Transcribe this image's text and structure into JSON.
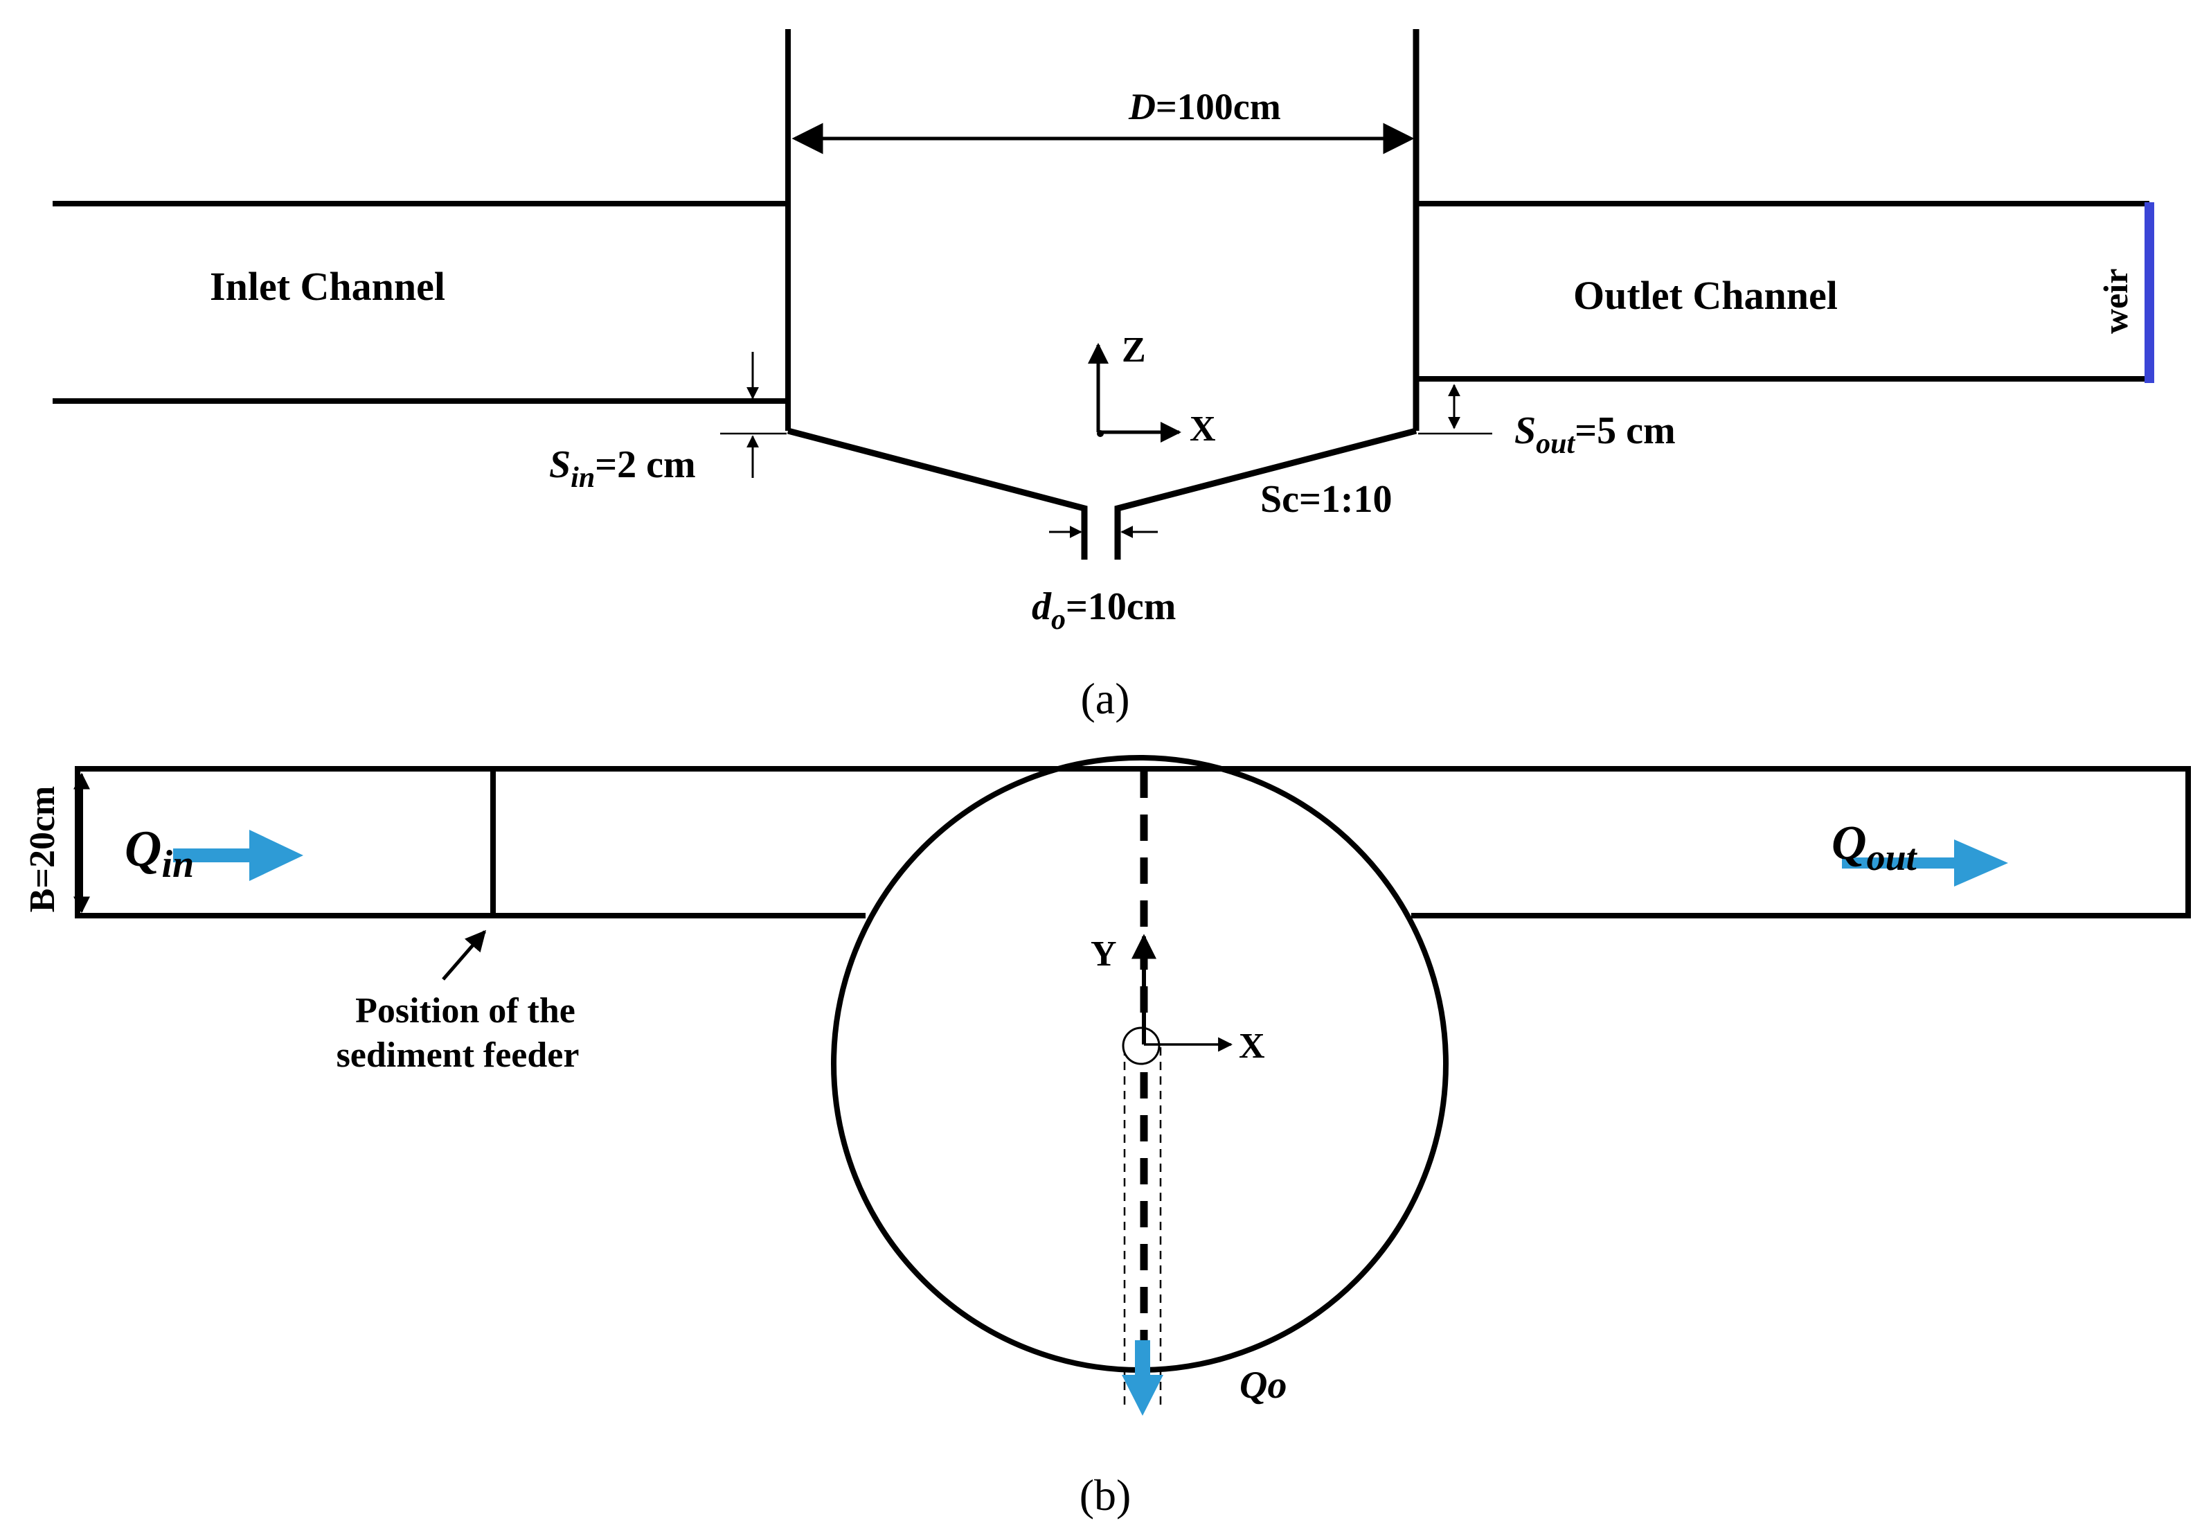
{
  "panel_a": {
    "diameter": {
      "symbol": "D",
      "value": "=100cm"
    },
    "inlet_label": "Inlet Channel",
    "outlet_label": "Outlet Channel",
    "weir_label": "weir",
    "axis_z": "Z",
    "axis_x": "X",
    "s_in": {
      "symbol": "S",
      "sub": "in",
      "value": "=2 cm"
    },
    "s_out": {
      "symbol": "S",
      "sub": "out",
      "value": "=5 cm"
    },
    "slope": "Sc=1:10",
    "orifice": {
      "symbol": "d",
      "sub": "o",
      "value": "=10cm"
    },
    "caption": "(a)"
  },
  "panel_b": {
    "width_label": "B=20cm",
    "q_in": {
      "symbol": "Q",
      "sub": "in"
    },
    "q_out": {
      "symbol": "Q",
      "sub": "out"
    },
    "q_o": "Qo",
    "axis_y": "Y",
    "axis_x": "X",
    "feeder_label_line1": "Position of the",
    "feeder_label_line2": "sediment feeder",
    "caption": "(b)"
  },
  "colors": {
    "line": "#000000",
    "flow_arrow": "#2e9bd6",
    "weir": "#3a45d6"
  }
}
